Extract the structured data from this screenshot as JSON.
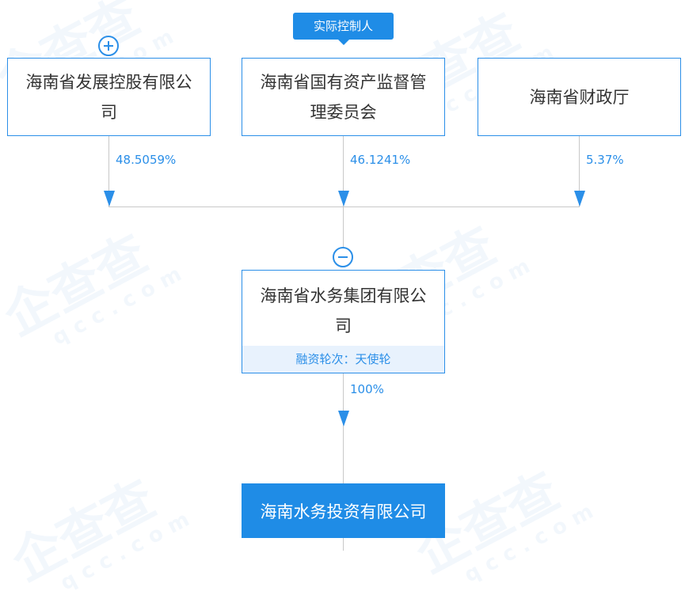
{
  "watermark": {
    "brand": "企查查",
    "domain": "qcc.com"
  },
  "controller_tag": "实际控制人",
  "shareholders": [
    {
      "name": "海南省发展控股有限公司",
      "percent": "48.5059%"
    },
    {
      "name": "海南省国有资产监督管理委员会",
      "percent": "46.1241%"
    },
    {
      "name": "海南省财政厅",
      "percent": "5.37%"
    }
  ],
  "middle": {
    "name": "海南省水务集团有限公司",
    "round": "融资轮次：天使轮",
    "percent": "100%"
  },
  "target": {
    "name": "海南水务投资有限公司"
  },
  "colors": {
    "accent": "#1f8ce6",
    "border": "#2b8fe8",
    "line": "#c8c8c8",
    "round_bg": "#e8f2fd"
  }
}
